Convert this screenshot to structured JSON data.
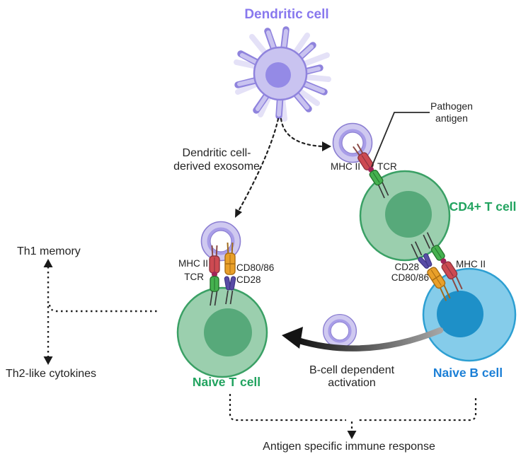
{
  "labels": {
    "dendritic_cell": "Dendritic cell",
    "pathogen_antigen_1": "Pathogen",
    "pathogen_antigen_2": "antigen",
    "dce_1": "Dendritic cell-",
    "dce_2": "derived exosome",
    "mhc2_right": "MHC II",
    "tcr_right": "TCR",
    "cd4_t_cell": "CD4+ T cell",
    "cd28_interface": "CD28",
    "cd8086_interface": "CD80/86",
    "mhc2_interface": "MHC II",
    "mhc2_left": "MHC II",
    "tcr_left": "TCR",
    "cd8086_left": "CD80/86",
    "cd28_left": "CD28",
    "th1_memory": "Th1 memory",
    "th2_cytokines": "Th2-like cytokines",
    "naive_t_cell": "Naive T cell",
    "naive_b_cell": "Naive B cell",
    "bcell_activation_1": "B-cell dependent",
    "bcell_activation_2": "activation",
    "antigen_response": "Antigen specific immune response"
  },
  "colors": {
    "purple_label": "#8878ee",
    "green_label": "#21a35f",
    "blue_label": "#1b7fd6",
    "text": "#242424",
    "dc_body": "#c9c3f0",
    "dc_nucleus": "#948ae6",
    "dc_outline": "#8f83dd",
    "dc_spike_light": "#e4e1f7",
    "t_cell_body": "#9bcfae",
    "t_cell_nucleus": "#57a97a",
    "t_cell_outline": "#3aa065",
    "b_cell_body": "#85ccea",
    "b_cell_nucleus": "#1e90c8",
    "b_cell_outline": "#2d9fd2",
    "exosome_band": "#cfc9f0",
    "exosome_inner_band": "#a89de8",
    "exosome_outline": "#8b7ed2",
    "mhc2_red": "#cd4a52",
    "tcr_green": "#45b14f",
    "cd8086_orange": "#e9a02a",
    "cd28_purple": "#584ca6",
    "antigen_dot": "#a12458",
    "arrow": "#1a1a1a"
  },
  "icons": {
    "exosome": "exosome-ring-icon",
    "dashed_arrow": "dashed-arrow-icon",
    "thick_arrow": "activation-arrow-icon"
  }
}
